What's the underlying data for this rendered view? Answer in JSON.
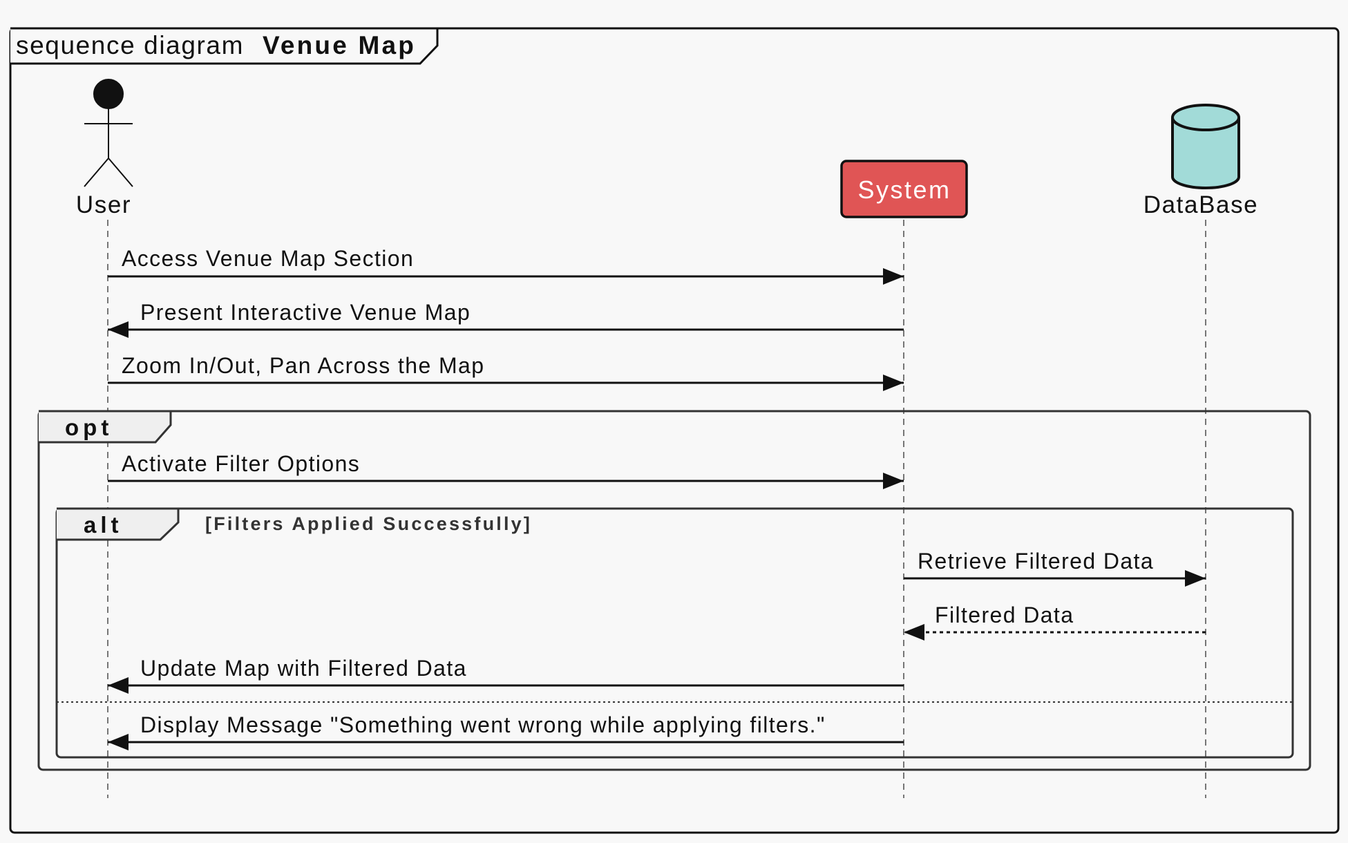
{
  "diagram": {
    "kind": "sequence diagram",
    "name": "Venue Map",
    "participants": [
      {
        "id": "user",
        "label": "User",
        "type": "actor"
      },
      {
        "id": "system",
        "label": "System",
        "type": "participant",
        "color": "#e05555"
      },
      {
        "id": "db",
        "label": "DataBase",
        "type": "database",
        "color": "#a2dbd8"
      }
    ],
    "messages": [
      {
        "from": "user",
        "to": "system",
        "text": "Access Venue Map Section",
        "style": "solid"
      },
      {
        "from": "system",
        "to": "user",
        "text": "Present Interactive Venue Map",
        "style": "solid"
      },
      {
        "from": "user",
        "to": "system",
        "text": "Zoom In/Out, Pan Across the Map",
        "style": "solid"
      },
      {
        "from": "user",
        "to": "system",
        "text": "Activate Filter Options",
        "style": "solid"
      },
      {
        "from": "system",
        "to": "db",
        "text": "Retrieve Filtered Data",
        "style": "solid"
      },
      {
        "from": "db",
        "to": "system",
        "text": "Filtered Data",
        "style": "dashed"
      },
      {
        "from": "system",
        "to": "user",
        "text": "Update Map with Filtered Data",
        "style": "solid"
      },
      {
        "from": "system",
        "to": "user",
        "text": "Display Message \"Something went wrong while applying filters.\"",
        "style": "solid"
      }
    ],
    "fragments": {
      "opt": {
        "keyword": "opt"
      },
      "alt": {
        "keyword": "alt",
        "guard": "[Filters Applied Successfully]"
      }
    }
  }
}
